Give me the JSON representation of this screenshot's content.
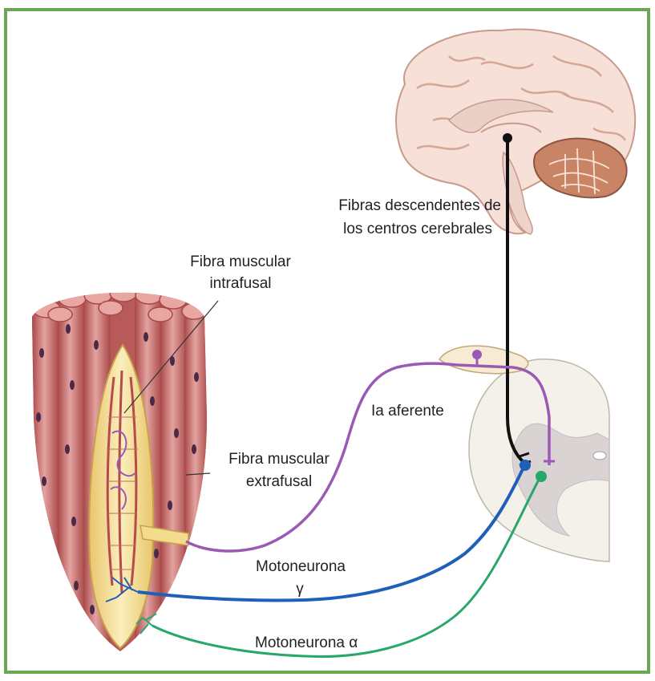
{
  "labels": {
    "descending_line1": "Fibras descendentes de",
    "descending_line2": "los centros cerebrales",
    "intrafusal_line1": "Fibra muscular",
    "intrafusal_line2": "intrafusal",
    "afferent": "Ia aferente",
    "extrafusal_line1": "Fibra muscular",
    "extrafusal_line2": "extrafusal",
    "gamma_line1": "Motoneurona",
    "gamma_line2": "γ",
    "alpha": "Motoneurona α"
  },
  "colors": {
    "border": "#6aa84f",
    "descending": "#111111",
    "afferent": "#9b59b6",
    "gamma": "#1f5fb8",
    "alpha": "#27a86a",
    "muscle": "#c96a6a",
    "intrafusal": "#f3dc8c",
    "brain": "#f3d9cf",
    "cerebellum": "#c47f64",
    "spinal_cord": "#f4f1ea"
  }
}
